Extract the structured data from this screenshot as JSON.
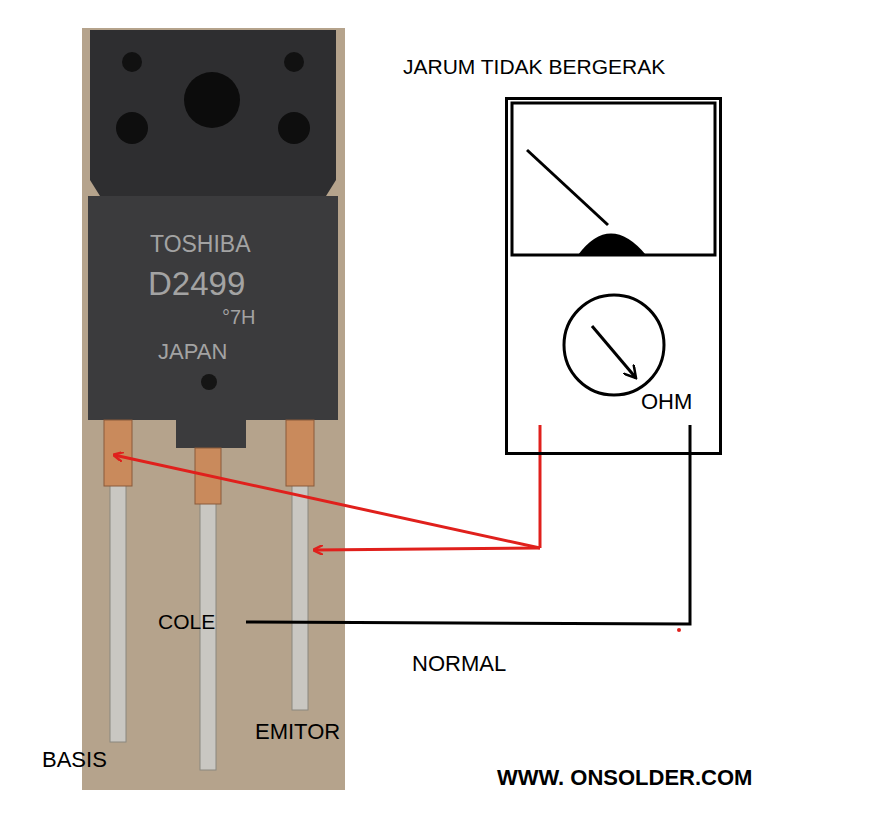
{
  "diagram": {
    "nodes": [
      {
        "text": [
          "JARUM TIDAK BERGERAK",
          "OHM"
        ]
      }
    ],
    "labels": [
      "TOSHIBA",
      "D2499",
      "°7H",
      "JAPAN",
      "COLE",
      "BASIS",
      "EMITOR",
      "NORMAL",
      "WWW. ONSOLDER.COM"
    ]
  }
}
